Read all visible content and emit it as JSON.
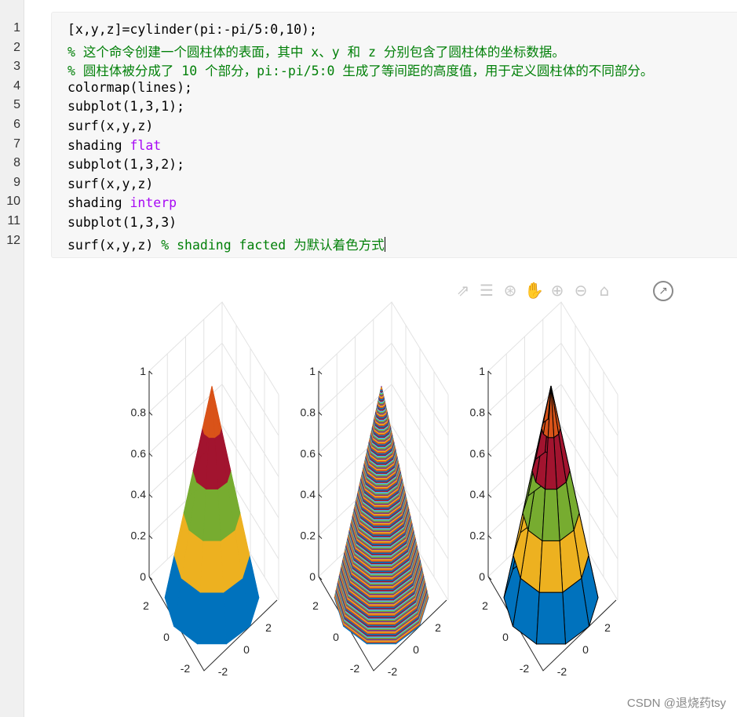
{
  "editor": {
    "line_numbers": [
      "1",
      "2",
      "3",
      "4",
      "5",
      "6",
      "7",
      "8",
      "9",
      "10",
      "11",
      "12"
    ],
    "lines": [
      [
        {
          "t": "[x,y,z]=cylinder(pi:-pi/5:0,10);",
          "c": ""
        }
      ],
      [
        {
          "t": "% 这个命令创建一个圆柱体的表面，其中 x、y 和 z 分别包含了圆柱体的坐标数据。",
          "c": "comment"
        }
      ],
      [
        {
          "t": "% 圆柱体被分成了 10 个部分，pi:-pi/5:0 生成了等间距的高度值，用于定义圆柱体的不同部分。",
          "c": "comment"
        }
      ],
      [
        {
          "t": "colormap(lines);",
          "c": ""
        }
      ],
      [
        {
          "t": "subplot(1,3,1);",
          "c": ""
        }
      ],
      [
        {
          "t": "surf(x,y,z)",
          "c": ""
        }
      ],
      [
        {
          "t": "shading ",
          "c": ""
        },
        {
          "t": "flat",
          "c": "keyword"
        }
      ],
      [
        {
          "t": "subplot(1,3,2);",
          "c": ""
        }
      ],
      [
        {
          "t": "surf(x,y,z)",
          "c": ""
        }
      ],
      [
        {
          "t": "shading ",
          "c": ""
        },
        {
          "t": "interp",
          "c": "keyword"
        }
      ],
      [
        {
          "t": "subplot(1,3,3)",
          "c": ""
        }
      ],
      [
        {
          "t": "surf(x,y,z) ",
          "c": ""
        },
        {
          "t": "% shading facted 为默认着色方式",
          "c": "comment"
        }
      ]
    ]
  },
  "figure_toolbar": {
    "icons": [
      "export-icon",
      "brush-icon",
      "rotate-3d-icon",
      "pan-hand-icon",
      "zoom-in-icon",
      "zoom-out-icon",
      "home-icon"
    ],
    "glyphs": [
      "⇗",
      "☰",
      "⊛",
      "✋",
      "⊕",
      "⊖",
      "⌂"
    ],
    "open_figure_icon": "↗"
  },
  "chart_data": [
    {
      "type": "surface",
      "shading": "flat",
      "z_ticks": [
        "0",
        "0.2",
        "0.4",
        "0.6",
        "0.8",
        "1"
      ],
      "x_ticks": [
        "-2",
        "0",
        "2"
      ],
      "y_ticks": [
        "-2",
        "0",
        "2"
      ],
      "zlim": [
        0,
        1
      ],
      "radii": [
        3.1416,
        2.5133,
        1.885,
        1.2566,
        0.6283,
        0
      ],
      "z": [
        0,
        0.2,
        0.4,
        0.6,
        0.8,
        1
      ],
      "segments": 10,
      "band_colors": [
        "#0072BD",
        "#EDB120",
        "#77AC30",
        "#A2142F",
        "#D95319"
      ],
      "edges": false,
      "grid": true
    },
    {
      "type": "surface",
      "shading": "interp",
      "z_ticks": [
        "0",
        "0.2",
        "0.4",
        "0.6",
        "0.8",
        "1"
      ],
      "x_ticks": [
        "-2",
        "0",
        "2"
      ],
      "y_ticks": [
        "-2",
        "0",
        "2"
      ],
      "zlim": [
        0,
        1
      ],
      "radii": [
        3.1416,
        2.5133,
        1.885,
        1.2566,
        0.6283,
        0
      ],
      "z": [
        0,
        0.2,
        0.4,
        0.6,
        0.8,
        1
      ],
      "segments": 10,
      "colormap": [
        "#0072BD",
        "#D95319",
        "#EDB120",
        "#7E2F8E",
        "#77AC30",
        "#4DBEEE",
        "#A2142F"
      ],
      "edges": false,
      "grid": true
    },
    {
      "type": "surface",
      "shading": "faceted",
      "z_ticks": [
        "0",
        "0.2",
        "0.4",
        "0.6",
        "0.8",
        "1"
      ],
      "x_ticks": [
        "-2",
        "0",
        "2"
      ],
      "y_ticks": [
        "-2",
        "0",
        "2"
      ],
      "zlim": [
        0,
        1
      ],
      "radii": [
        3.1416,
        2.5133,
        1.885,
        1.2566,
        0.6283,
        0
      ],
      "z": [
        0,
        0.2,
        0.4,
        0.6,
        0.8,
        1
      ],
      "segments": 10,
      "band_colors": [
        "#0072BD",
        "#EDB120",
        "#77AC30",
        "#A2142F",
        "#D95319"
      ],
      "edges": true,
      "grid": true
    }
  ],
  "watermark": "CSDN @退烧药tsy"
}
